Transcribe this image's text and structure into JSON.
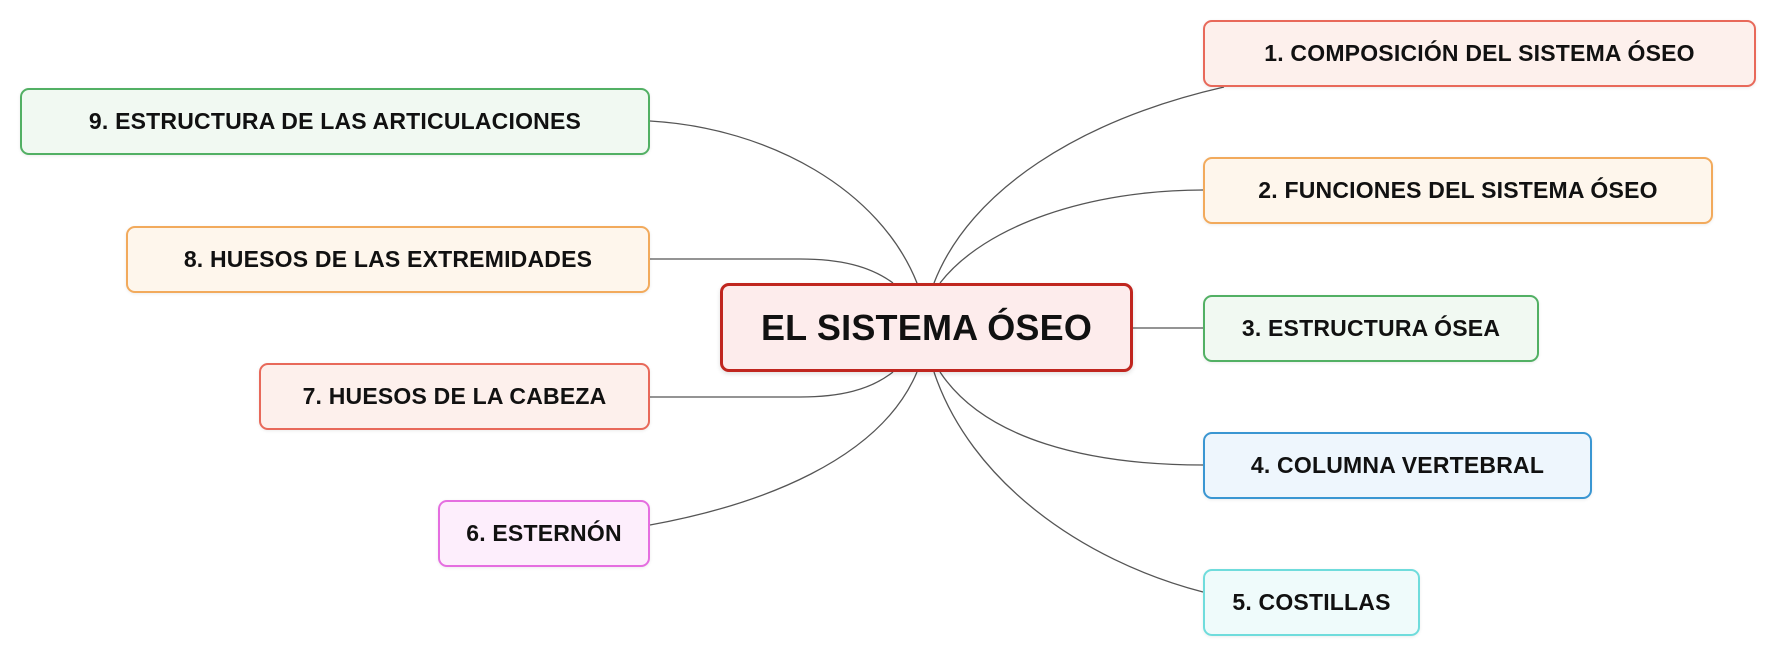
{
  "central_topic": {
    "label": "EL SISTEMA ÓSEO",
    "border_color": "#c0261f",
    "fill_color": "#fdecec"
  },
  "branches": [
    {
      "label": "1. COMPOSICIÓN DEL SISTEMA ÓSEO",
      "border_color": "#e8695a",
      "fill_color": "#fdf0ec"
    },
    {
      "label": "2. FUNCIONES DEL SISTEMA ÓSEO",
      "border_color": "#f2aa5c",
      "fill_color": "#fef6ec"
    },
    {
      "label": "3. ESTRUCTURA ÓSEA",
      "border_color": "#52b064",
      "fill_color": "#f1f9f2"
    },
    {
      "label": "4. COLUMNA VERTEBRAL",
      "border_color": "#3a96d2",
      "fill_color": "#eef6fd"
    },
    {
      "label": "5. COSTILLAS",
      "border_color": "#6fdcdc",
      "fill_color": "#effbfb"
    },
    {
      "label": "6. ESTERNÓN",
      "border_color": "#e56ee0",
      "fill_color": "#fdeefc"
    },
    {
      "label": "7. HUESOS DE LA CABEZA",
      "border_color": "#e8695a",
      "fill_color": "#fdf0ec"
    },
    {
      "label": "8. HUESOS DE LAS EXTREMIDADES",
      "border_color": "#f2aa5c",
      "fill_color": "#fef6ec"
    },
    {
      "label": "9. ESTRUCTURA DE LAS ARTICULACIONES",
      "border_color": "#52b064",
      "fill_color": "#f1f9f2"
    }
  ]
}
